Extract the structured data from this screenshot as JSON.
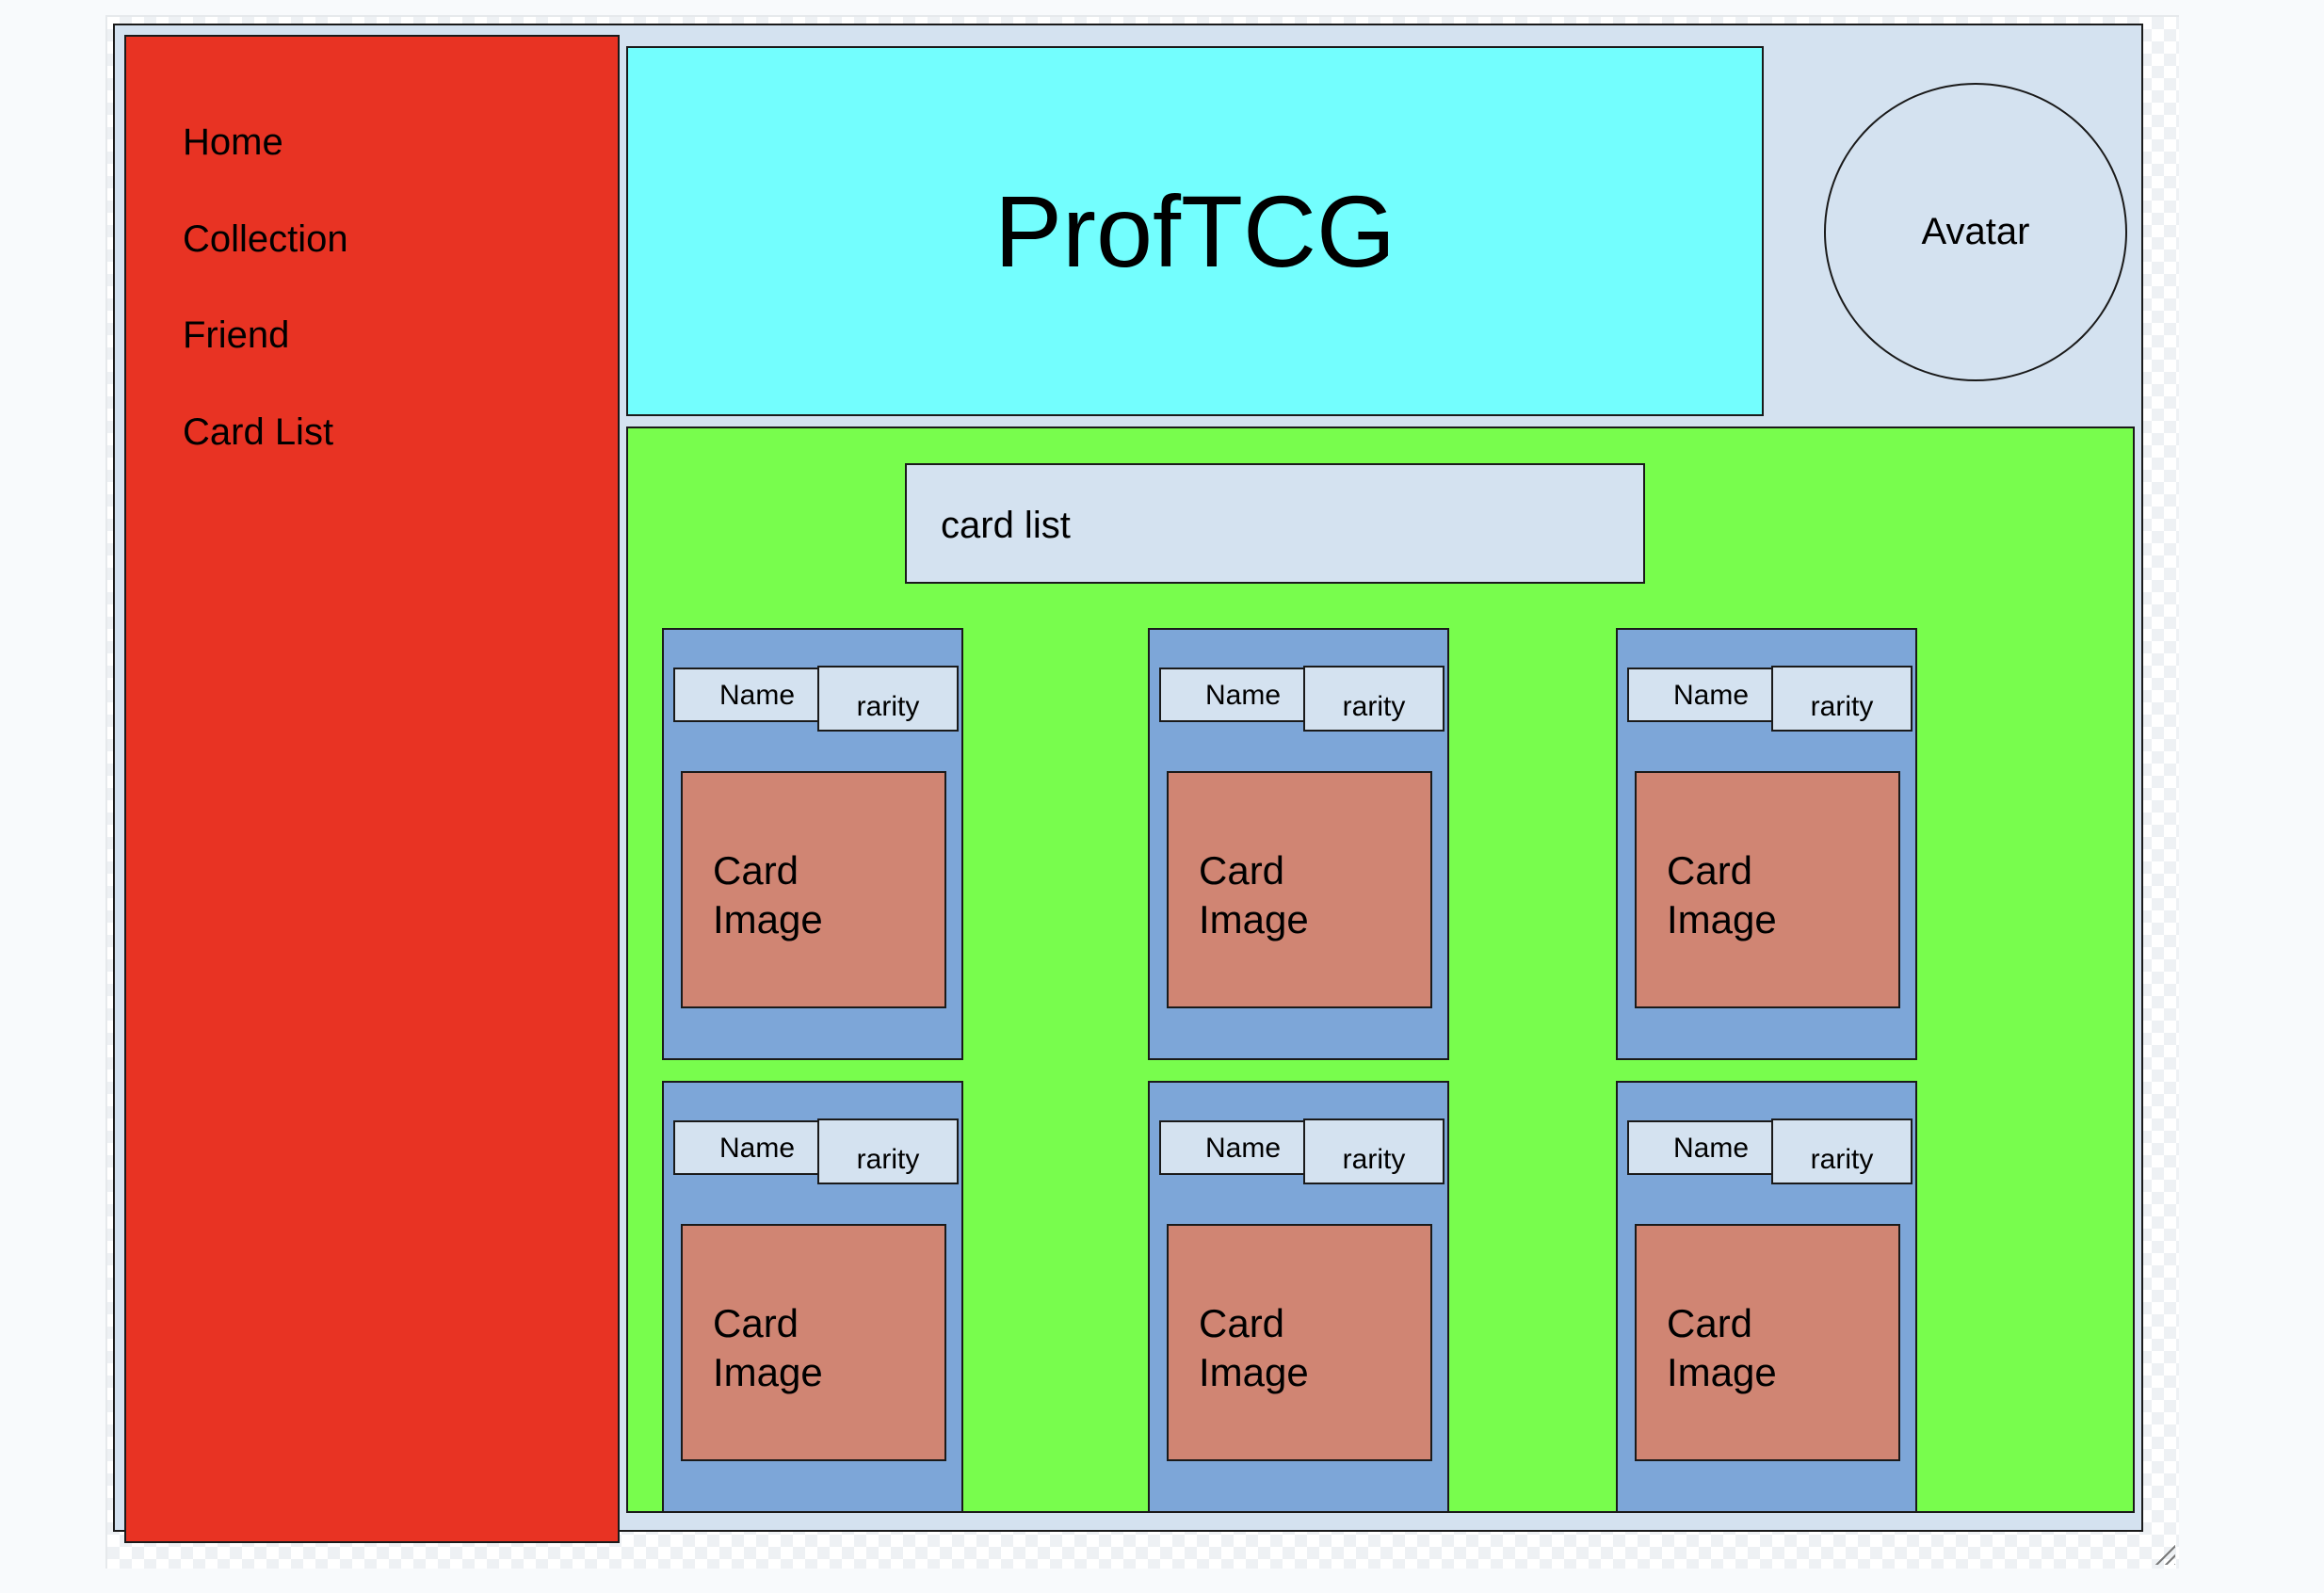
{
  "sidebar": {
    "items": [
      {
        "label": "Home"
      },
      {
        "label": "Collection"
      },
      {
        "label": "Friend"
      },
      {
        "label": "Card List"
      }
    ]
  },
  "header": {
    "logo": "ProfTCG",
    "avatar": "Avatar"
  },
  "main": {
    "search_label": "card list",
    "cards": [
      {
        "name": "Name",
        "rarity": "rarity",
        "image_line1": "Card",
        "image_line2": "Image"
      },
      {
        "name": "Name",
        "rarity": "rarity",
        "image_line1": "Card",
        "image_line2": "Image"
      },
      {
        "name": "Name",
        "rarity": "rarity",
        "image_line1": "Card",
        "image_line2": "Image"
      },
      {
        "name": "Name",
        "rarity": "rarity",
        "image_line1": "Card",
        "image_line2": "Image"
      },
      {
        "name": "Name",
        "rarity": "rarity",
        "image_line1": "Card",
        "image_line2": "Image"
      },
      {
        "name": "Name",
        "rarity": "rarity",
        "image_line1": "Card",
        "image_line2": "Image"
      }
    ]
  },
  "colors": {
    "sidebar": "#e83323",
    "header": "#73fefe",
    "main": "#78fd4d",
    "card": "#7da6d8",
    "card_image": "#d08573",
    "frame": "#d4e2f0"
  }
}
